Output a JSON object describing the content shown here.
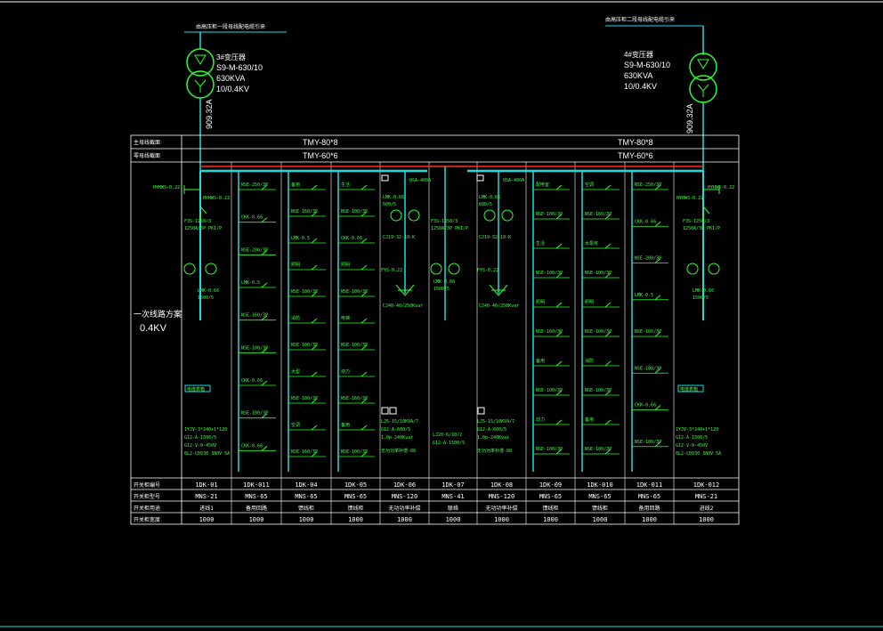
{
  "sources": {
    "left_note": "由高压柜一段母线配电缆引来",
    "right_note": "由高压柜二段母线配电缆引来"
  },
  "transformers": {
    "left": {
      "name": "3#变压器",
      "model": "S9-M-630/10",
      "capacity": "630KVA",
      "voltage": "10/0.4KV",
      "current": "909.32A"
    },
    "right": {
      "name": "4#变压器",
      "model": "S9-M-630/10",
      "capacity": "630KVA",
      "voltage": "10/0.4KV",
      "current": "909.32A"
    }
  },
  "busbars": {
    "main_label": "主母线截面",
    "neutral_label": "零母线截面",
    "main_left": "TMY-80*8",
    "main_right": "TMY-80*8",
    "neutral_left": "TMY-60*6",
    "neutral_right": "TMY-60*6"
  },
  "scheme_label": "一次线路方案",
  "scheme_voltage": "0.4KV",
  "bottom_labels": {
    "cabinet_no": "开关柜编号",
    "cabinet_model": "开关柜型号",
    "usage": "开关柜用途",
    "width": "开关柜宽度"
  },
  "cabinets": [
    {
      "no": "1DK-01",
      "model": "MNS-21",
      "use": "进线1",
      "width": "1000"
    },
    {
      "no": "1DK-011",
      "model": "MNS-65",
      "use": "备用回路",
      "width": "1000"
    },
    {
      "no": "1DK-04",
      "model": "MNS-65",
      "use": "馈线柜",
      "width": "1000"
    },
    {
      "no": "1DK-05",
      "model": "MNS-65",
      "use": "馈线柜",
      "width": "1000"
    },
    {
      "no": "1DK-06",
      "model": "MNS-120",
      "use": "无功功率补偿",
      "width": "1000"
    },
    {
      "no": "1DK-07",
      "model": "MNS-41",
      "use": "联络",
      "width": "1000"
    },
    {
      "no": "1DK-08",
      "model": "MNS-120",
      "use": "无功功率补偿",
      "width": "1000"
    },
    {
      "no": "1DK-09",
      "model": "MNS-65",
      "use": "馈线柜",
      "width": "1000"
    },
    {
      "no": "1DK-010",
      "model": "MNS-65",
      "use": "馈线柜",
      "width": "1000"
    },
    {
      "no": "1DK-011",
      "model": "MNS-65",
      "use": "备用回路",
      "width": "1000"
    },
    {
      "no": "1DK-012",
      "model": "MNS-21",
      "use": "进线2",
      "width": "1000"
    }
  ],
  "incomer_left": {
    "top": "HYHWS-0.22",
    "breaker_model": "F3S-1250/3",
    "breaker_spec": "1250A/3P PKI/P",
    "ct": "LMK-0.66",
    "ct_ratio": "1500/5",
    "meter_tag": "电度表箱",
    "cable1": "1YJV-3*240+1*120",
    "cable2": "G12-A-1500/5",
    "cable3": "G12-V-0-450V",
    "cable4": "6L2-C0930 380V 5A"
  },
  "incomer_right": {
    "top": "HYHWS-0.22",
    "breaker_model": "F3S-1250/3",
    "breaker_spec": "1250A/3P PKI/P",
    "ct": "LMK-0.66",
    "ct_ratio": "1500/5",
    "meter_tag": "电度表箱",
    "cable1": "1YJV-3*240+1*120",
    "cable2": "G12-A-1500/5",
    "cable3": "G12-V-0-450V",
    "cable4": "6L2-C0930 380V 5A"
  },
  "capacitor_left": {
    "top": "QSA-400A",
    "ct": "LMK-0.66",
    "ratio": "600/5",
    "contactor": "CJ19-32-10-K",
    "arrester": "FYS-0.22",
    "bank": "CJ40-40/250Kvar",
    "meter": "LJ5-15/10KVA/7",
    "amp": "G12-A-600/5",
    "kvar": "1.0p-240Kvar",
    "note": "无功功率补偿-88"
  },
  "capacitor_right": {
    "top": "QSA-400A",
    "ct": "LMK-0.66",
    "ratio": "600/5",
    "contactor": "CJ19-32-10-K",
    "arrester": "FYS-0.22",
    "bank": "CJ40-40/250Kvar",
    "meter": "LJ5-15/10KVA/7",
    "amp": "G12-A-600/5",
    "kvar": "1.0p-240Kvar",
    "note": "无功功率补偿-88"
  },
  "tie": {
    "breaker": "F3S-1250/3",
    "spec": "1250A/3P PKI/P",
    "ct": "LMK-0.66",
    "ratio": "1500/5",
    "cable1": "LJ20-6/10/2",
    "cable2": "G12-A-1500/5"
  },
  "feeder_labels": {
    "cab2": [
      "NSE-250/3P",
      "CKK-0.66",
      "NSE-200/3P",
      "LMK-0.5",
      "NSE-160/3P",
      "NSE-100/3P",
      "CKK-0.66",
      "NSE-100/3P",
      "CKK-0.66"
    ],
    "cab3": [
      "备用",
      "NSE-160/3P",
      "LMK-0.5",
      "照明",
      "NSE-100/3P",
      "消防",
      "NSE-100/3P",
      "大型",
      "NSE-100/3P",
      "空调",
      "NSE-160/3P"
    ],
    "cab4": [
      "生活",
      "NSE-100/3P",
      "CKK-0.66",
      "照明",
      "NSE-100/3P",
      "电梯",
      "NSE-100/3P",
      "动力",
      "NSE-160/3P",
      "备用",
      "NSE-100/3P"
    ],
    "cab8": [
      "配电室",
      "NSE-100/3P",
      "生活",
      "NSE-100/3P",
      "照明",
      "NSE-160/3P",
      "备用",
      "NSE-100/3P",
      "动力",
      "NSE-100/3P"
    ],
    "cab9": [
      "空调",
      "NSE-160/3P",
      "水泵房",
      "NSE-100/3P",
      "照明",
      "NSE-100/3P",
      "消防",
      "NSE-100/3P",
      "备用",
      "NSE-100/3P"
    ],
    "cab10": [
      "NSE-250/3P",
      "CKK-0.66",
      "NSE-200/3P",
      "LMK-0.5",
      "NSE-160/3P",
      "NSE-100/3P",
      "CKK-0.66",
      "NSE-100/3P"
    ]
  }
}
